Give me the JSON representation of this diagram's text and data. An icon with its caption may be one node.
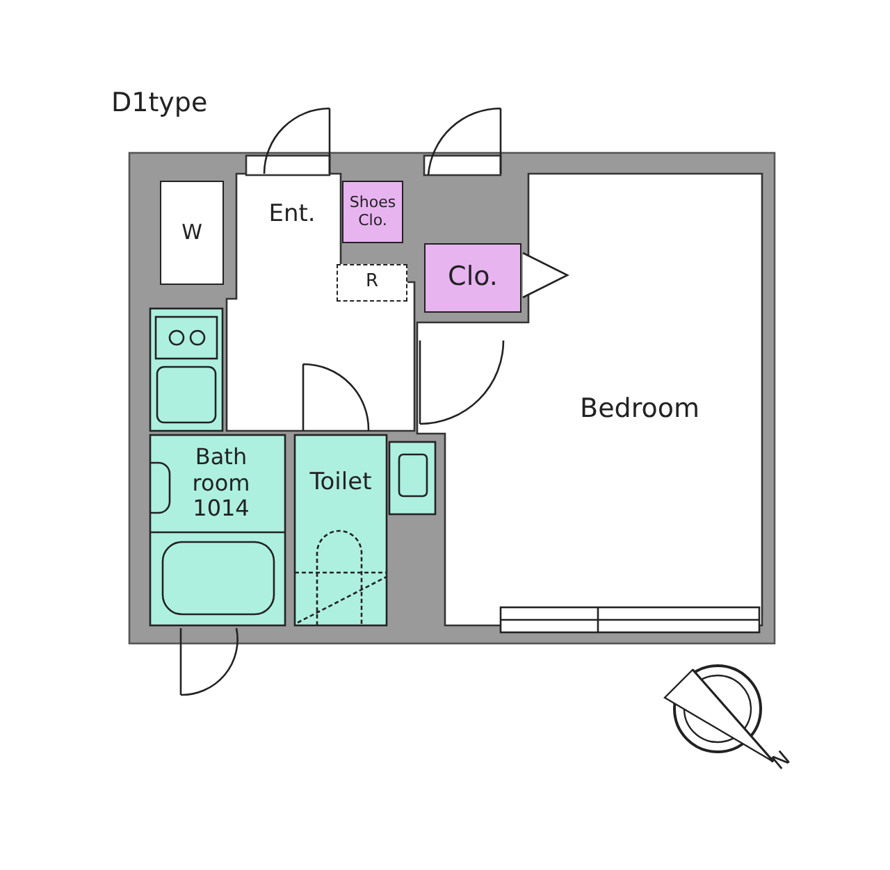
{
  "diagram": {
    "title": "D1type",
    "nodes": [
      {
        "text": [
          "W"
        ]
      },
      {
        "text": [
          "Ent."
        ]
      },
      {
        "text": [
          "Shoes Clo."
        ]
      },
      {
        "text": [
          "R"
        ]
      },
      {
        "text": [
          "Clo."
        ]
      },
      {
        "text": [
          "Bedroom"
        ]
      },
      {
        "text": [
          "Bath room 1014"
        ]
      },
      {
        "text": [
          "Toilet"
        ]
      }
    ],
    "edges": [],
    "labels": [
      "N"
    ]
  }
}
